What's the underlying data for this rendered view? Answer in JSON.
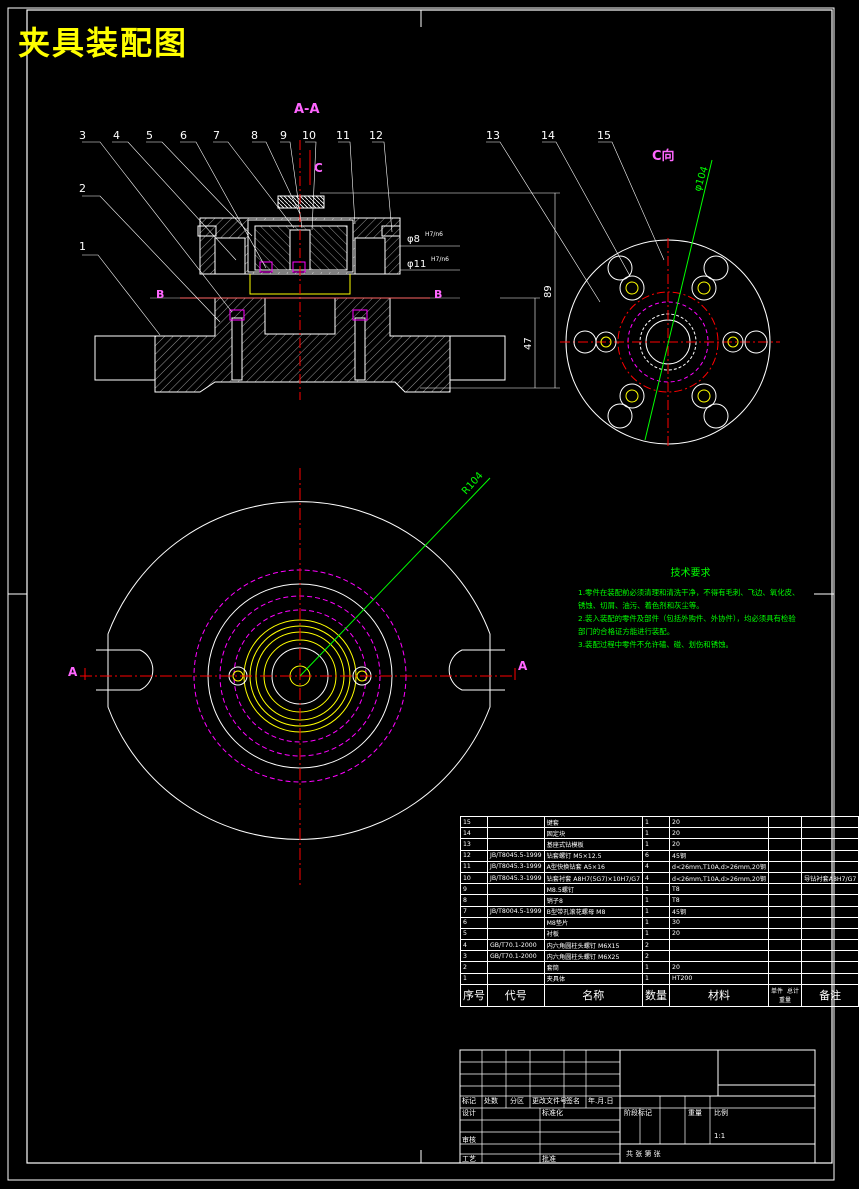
{
  "title": "夹具装配图",
  "view_labels": {
    "section": "A-A",
    "c_view": "C向",
    "c_arrow": "C",
    "b_left": "B",
    "b_right": "B",
    "a_left": "A",
    "a_right": "A"
  },
  "callouts": [
    "1",
    "2",
    "3",
    "4",
    "5",
    "6",
    "7",
    "8",
    "9",
    "10",
    "11",
    "12",
    "13",
    "14",
    "15"
  ],
  "dims": {
    "d1": "φ8",
    "d1_tol": "H7/n6",
    "d2": "φ11",
    "d2_tol": "H7/n6",
    "h1": "89",
    "h2": "47",
    "r1": "φ104",
    "r2": "R104"
  },
  "tech_req": {
    "heading": "技术要求",
    "items": [
      "1.零件在装配前必须清理和清洗干净，不得有毛刺、飞边、氧化皮、锈蚀、切屑、油污、着色剂和灰尘等。",
      "2.装入装配的零件及部件（包括外购件、外协件），均必须具有检验部门的合格证方能进行装配。",
      "3.装配过程中零件不允许磕、碰、划伤和锈蚀。"
    ]
  },
  "bom": {
    "rows": [
      {
        "no": "15",
        "code": "",
        "name": "键套",
        "qty": "1",
        "mat": "20",
        "note": ""
      },
      {
        "no": "14",
        "code": "",
        "name": "固定块",
        "qty": "1",
        "mat": "20",
        "note": ""
      },
      {
        "no": "13",
        "code": "",
        "name": "基座式钻模板",
        "qty": "1",
        "mat": "20",
        "note": ""
      },
      {
        "no": "12",
        "code": "JB/T8045.5-1999",
        "name": "钻套螺钉 M5×12.5",
        "qty": "6",
        "mat": "45钢",
        "note": ""
      },
      {
        "no": "11",
        "code": "JB/T8045.3-1999",
        "name": "A型快换钻套 A5×16",
        "qty": "4",
        "mat": "d<26mm,T10A,d>26mm,20钢",
        "note": ""
      },
      {
        "no": "10",
        "code": "JB/T8045.3-1999",
        "name": "钻套衬套 A8H7(5G7)×10H7/G7",
        "qty": "4",
        "mat": "d<26mm,T10A,d>26mm,20钢",
        "note": "导钻衬套A8H7/G7"
      },
      {
        "no": "9",
        "code": "",
        "name": "M8.5螺钉",
        "qty": "1",
        "mat": "T8",
        "note": ""
      },
      {
        "no": "8",
        "code": "",
        "name": "销子8",
        "qty": "1",
        "mat": "T8",
        "note": ""
      },
      {
        "no": "7",
        "code": "JB/T8004.5-1999",
        "name": "B型带孔滚花螺母 M8",
        "qty": "1",
        "mat": "45钢",
        "note": ""
      },
      {
        "no": "6",
        "code": "",
        "name": "M8垫片",
        "qty": "1",
        "mat": "30",
        "note": ""
      },
      {
        "no": "5",
        "code": "",
        "name": "衬板",
        "qty": "1",
        "mat": "20",
        "note": ""
      },
      {
        "no": "4",
        "code": "GB/T70.1-2000",
        "name": "内六角圆柱头螺钉 M6X15",
        "qty": "2",
        "mat": "",
        "note": ""
      },
      {
        "no": "3",
        "code": "GB/T70.1-2000",
        "name": "内六角圆柱头螺钉 M6X25",
        "qty": "2",
        "mat": "",
        "note": ""
      },
      {
        "no": "2",
        "code": "",
        "name": "套筒",
        "qty": "1",
        "mat": "20",
        "note": ""
      },
      {
        "no": "1",
        "code": "",
        "name": "夹具体",
        "qty": "1",
        "mat": "HT200",
        "note": ""
      }
    ],
    "header": {
      "no": "序号",
      "code": "代号",
      "name": "名称",
      "qty": "数量",
      "mat": "材料",
      "unit": "单件",
      "total": "总计",
      "weight": "重量",
      "note": "备注"
    }
  },
  "titleblock": {
    "mark": "标记",
    "count": "处数",
    "zone": "分区",
    "doc": "更改文件号",
    "sign": "签名",
    "date": "年.月.日",
    "design": "设计",
    "std": "标准化",
    "stage": "阶段标记",
    "weight": "重量",
    "scale": "比例",
    "scale_val": "1:1",
    "check": "审核",
    "process": "工艺",
    "approve": "批准",
    "sheets": "共   张 第   张"
  },
  "colors": {
    "yellow": "#ffff00",
    "green": "#00ff00",
    "red": "#ff0000",
    "magenta": "#ff00ff",
    "white": "#ffffff"
  }
}
